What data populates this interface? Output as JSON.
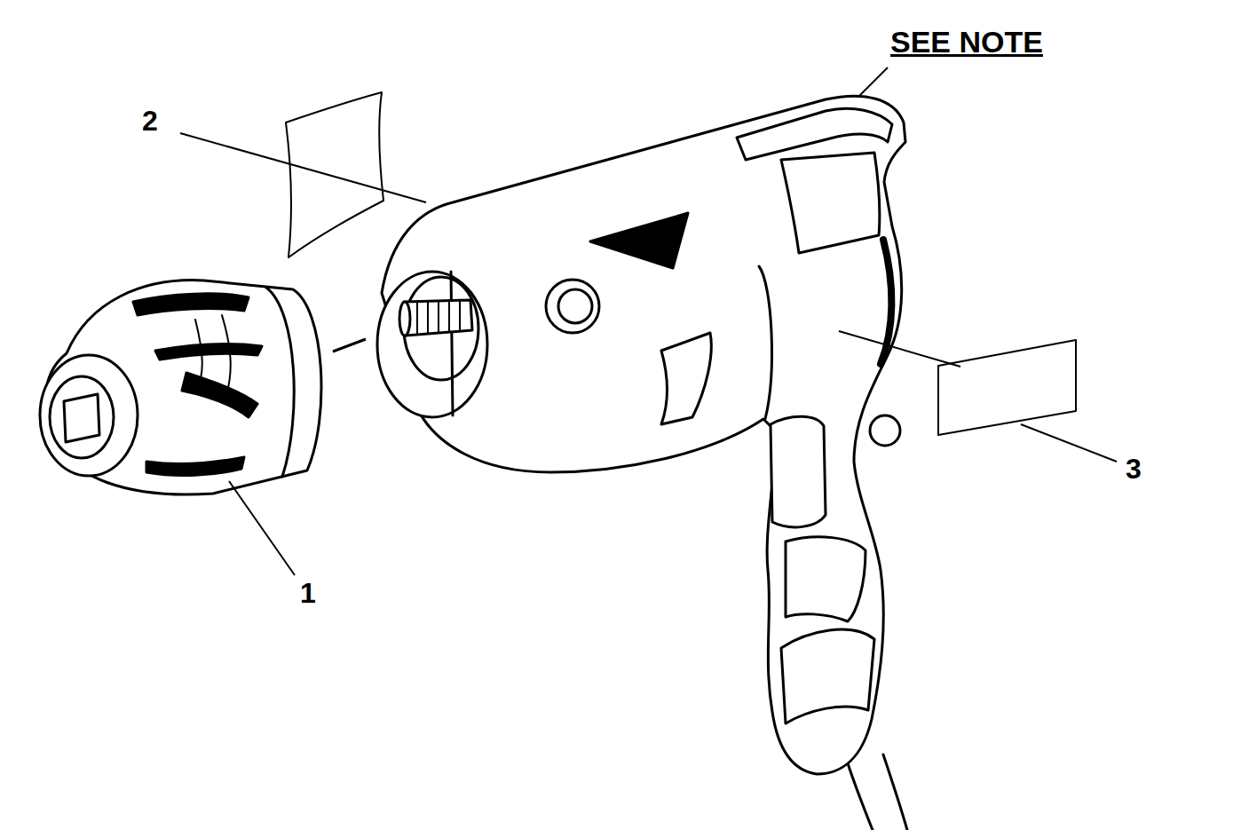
{
  "diagram": {
    "labels": [
      "SEE NOTE",
      "2",
      "3",
      "1"
    ]
  }
}
